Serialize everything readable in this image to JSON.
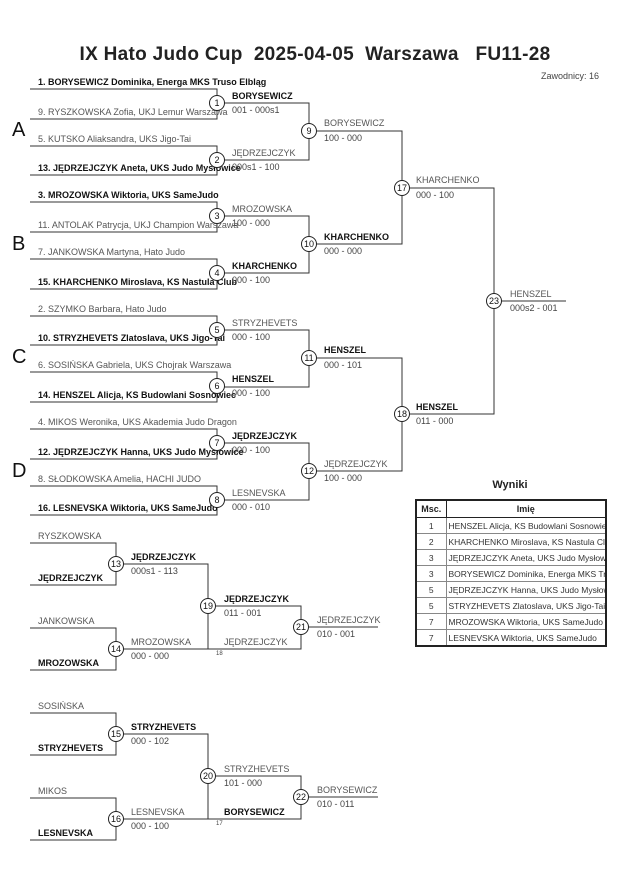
{
  "header": {
    "title": "IX Hato Judo Cup  2025-04-05  Warszawa   FU11-28",
    "competitors": "Zawodnicy: 16"
  },
  "groups": [
    "A",
    "B",
    "C",
    "D"
  ],
  "entries": [
    "1. BORYSEWICZ Dominika, Energa MKS Truso Elbląg",
    "9. RYSZKOWSKA Zofia, UKJ Lemur Warszawa",
    "5. KUTSKO Aliaksandra, UKS Jigo-Tai",
    "13. JĘDRZEJCZYK Aneta, UKS Judo Mysłowice",
    "3. MROZOWSKA Wiktoria, UKS SameJudo",
    "11. ANTOLAK Patrycja, UKJ Champion Warszawa",
    "7. JANKOWSKA Martyna, Hato Judo",
    "15. KHARCHENKO Miroslava, KS Nastula Club",
    "2. SZYMKO Barbara, Hato Judo",
    "10. STRYZHEVETS Zlatoslava, UKS Jigo-Tai",
    "6. SOSIŃSKA Gabriela, UKS Chojrak Warszawa",
    "14. HENSZEL Alicja, KS Budowlani Sosnowiec",
    "4. MIKOS Weronika, UKS Akademia Judo Dragon",
    "12. JĘDRZEJCZYK Hanna, UKS Judo Mysłowice",
    "8. SŁODKOWSKA Amelia, HACHI JUDO",
    "16. LESNEVSKA Wiktoria, UKS SameJudo"
  ],
  "matches": {
    "m1": {
      "num": "1",
      "winner": "BORYSEWICZ",
      "score": "001 - 000s1"
    },
    "m2": {
      "num": "2",
      "winner": "JĘDRZEJCZYK",
      "score": "000s1 - 100"
    },
    "m3": {
      "num": "3",
      "winner": "MROZOWSKA",
      "score": "100 - 000"
    },
    "m4": {
      "num": "4",
      "winner": "KHARCHENKO",
      "score": "000 - 100"
    },
    "m5": {
      "num": "5",
      "winner": "STRYZHEVETS",
      "score": "000 - 100"
    },
    "m6": {
      "num": "6",
      "winner": "HENSZEL",
      "score": "000 - 100"
    },
    "m7": {
      "num": "7",
      "winner": "JĘDRZEJCZYK",
      "score": "000 - 100"
    },
    "m8": {
      "num": "8",
      "winner": "LESNEVSKA",
      "score": "000 - 010"
    },
    "m9": {
      "num": "9",
      "winner": "BORYSEWICZ",
      "score": "100 - 000"
    },
    "m10": {
      "num": "10",
      "winner": "KHARCHENKO",
      "score": "000 - 000"
    },
    "m11": {
      "num": "11",
      "winner": "HENSZEL",
      "score": "000 - 101"
    },
    "m12": {
      "num": "12",
      "winner": "JĘDRZEJCZYK",
      "score": "100 - 000"
    },
    "m17": {
      "num": "17",
      "winner": "KHARCHENKO",
      "score": "000 - 100"
    },
    "m18": {
      "num": "18",
      "winner": "HENSZEL",
      "score": "011 - 000"
    },
    "m23": {
      "num": "23",
      "winner": "HENSZEL",
      "score": "000s2 - 001"
    }
  },
  "repechage": {
    "r1": {
      "top": "RYSZKOWSKA",
      "bottom": "JĘDRZEJCZYK",
      "num13": "13",
      "w13": "JĘDRZEJCZYK",
      "s13": "000s1 - 113",
      "top2": "JANKOWSKA",
      "bottom2": "MROZOWSKA",
      "num14": "14",
      "w14": "MROZOWSKA",
      "s14": "000 - 000",
      "num19": "19",
      "w19": "JĘDRZEJCZYK",
      "s19": "011 - 001",
      "from19": "JĘDRZEJCZYK",
      "ref19": "18",
      "num21": "21",
      "w21": "JĘDRZEJCZYK",
      "s21": "010 - 001"
    },
    "r2": {
      "top": "SOSIŃSKA",
      "bottom": "STRYZHEVETS",
      "num15": "15",
      "w15": "STRYZHEVETS",
      "s15": "000 - 102",
      "top2": "MIKOS",
      "bottom2": "LESNEVSKA",
      "num16": "16",
      "w16": "LESNEVSKA",
      "s16": "000 - 100",
      "num20": "20",
      "w20": "STRYZHEVETS",
      "s20": "101 - 000",
      "from20": "BORYSEWICZ",
      "ref20": "17",
      "num22": "22",
      "w22": "BORYSEWICZ",
      "s22": "010 - 011"
    }
  },
  "results": {
    "caption": "Wyniki",
    "col_place": "Msc.",
    "col_name": "Imię",
    "rows": [
      {
        "place": "1",
        "name": "HENSZEL Alicja, KS Budowlani Sosnowiec"
      },
      {
        "place": "2",
        "name": "KHARCHENKO Miroslava, KS Nastula Club"
      },
      {
        "place": "3",
        "name": "JĘDRZEJCZYK Aneta, UKS Judo Mysłowice"
      },
      {
        "place": "3",
        "name": "BORYSEWICZ Dominika, Energa MKS Truso"
      },
      {
        "place": "5",
        "name": "JĘDRZEJCZYK Hanna, UKS Judo Mysłowice"
      },
      {
        "place": "5",
        "name": "STRYZHEVETS Zlatoslava, UKS Jigo-Tai"
      },
      {
        "place": "7",
        "name": "MROZOWSKA Wiktoria, UKS SameJudo"
      },
      {
        "place": "7",
        "name": "LESNEVSKA Wiktoria, UKS SameJudo"
      }
    ]
  }
}
